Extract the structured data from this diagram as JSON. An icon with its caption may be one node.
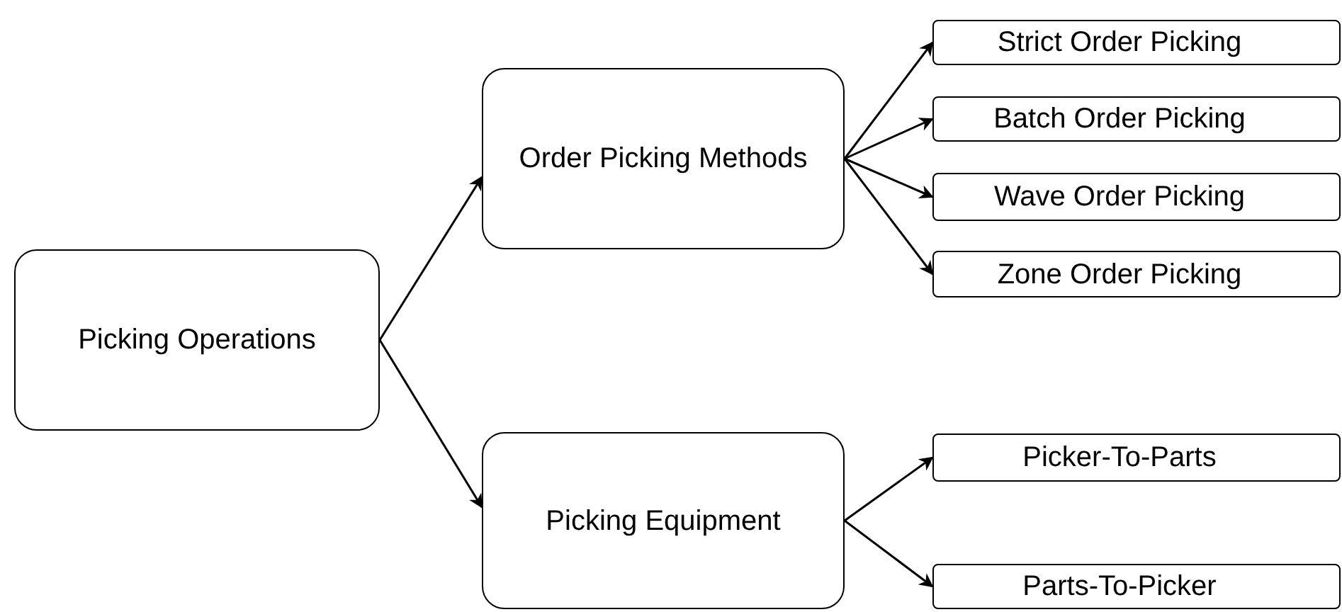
{
  "diagram": {
    "nodes": [
      {
        "text": [
          "Picking Operations"
        ]
      },
      {
        "text": [
          "Order Picking Methods"
        ]
      },
      {
        "text": [
          "Picking Equipment"
        ]
      },
      {
        "text": [
          "Strict Order Picking"
        ]
      },
      {
        "text": [
          "Batch Order Picking"
        ]
      },
      {
        "text": [
          "Wave Order Picking"
        ]
      },
      {
        "text": [
          "Zone Order Picking"
        ]
      },
      {
        "text": [
          "Picker-To-Parts"
        ]
      },
      {
        "text": [
          "Parts-To-Picker"
        ]
      }
    ],
    "edges": [
      {
        "from": 0,
        "to": 1,
        "arrow": "to"
      },
      {
        "from": 0,
        "to": 2,
        "arrow": "to"
      },
      {
        "from": 1,
        "to": 3,
        "arrow": "to"
      },
      {
        "from": 1,
        "to": 4,
        "arrow": "to"
      },
      {
        "from": 1,
        "to": 5,
        "arrow": "to"
      },
      {
        "from": 1,
        "to": 6,
        "arrow": "to"
      },
      {
        "from": 2,
        "to": 7,
        "arrow": "to"
      },
      {
        "from": 2,
        "to": 8,
        "arrow": "to"
      }
    ]
  }
}
